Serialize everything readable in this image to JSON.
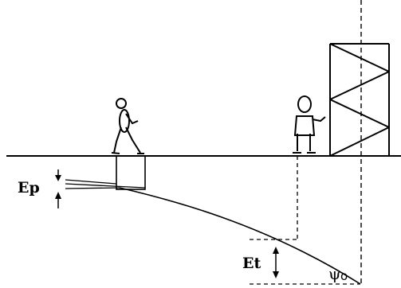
{
  "labels": {
    "ep": "Ep",
    "et": "Et",
    "psi": "ψ",
    "degree": "o"
  },
  "figures": {
    "walking_person": "walking-person-figure",
    "standing_person": "standing-person-figure",
    "scaffold_tower": "scaffold-tower"
  },
  "colors": {
    "ink": "#000000",
    "background": "#ffffff"
  }
}
